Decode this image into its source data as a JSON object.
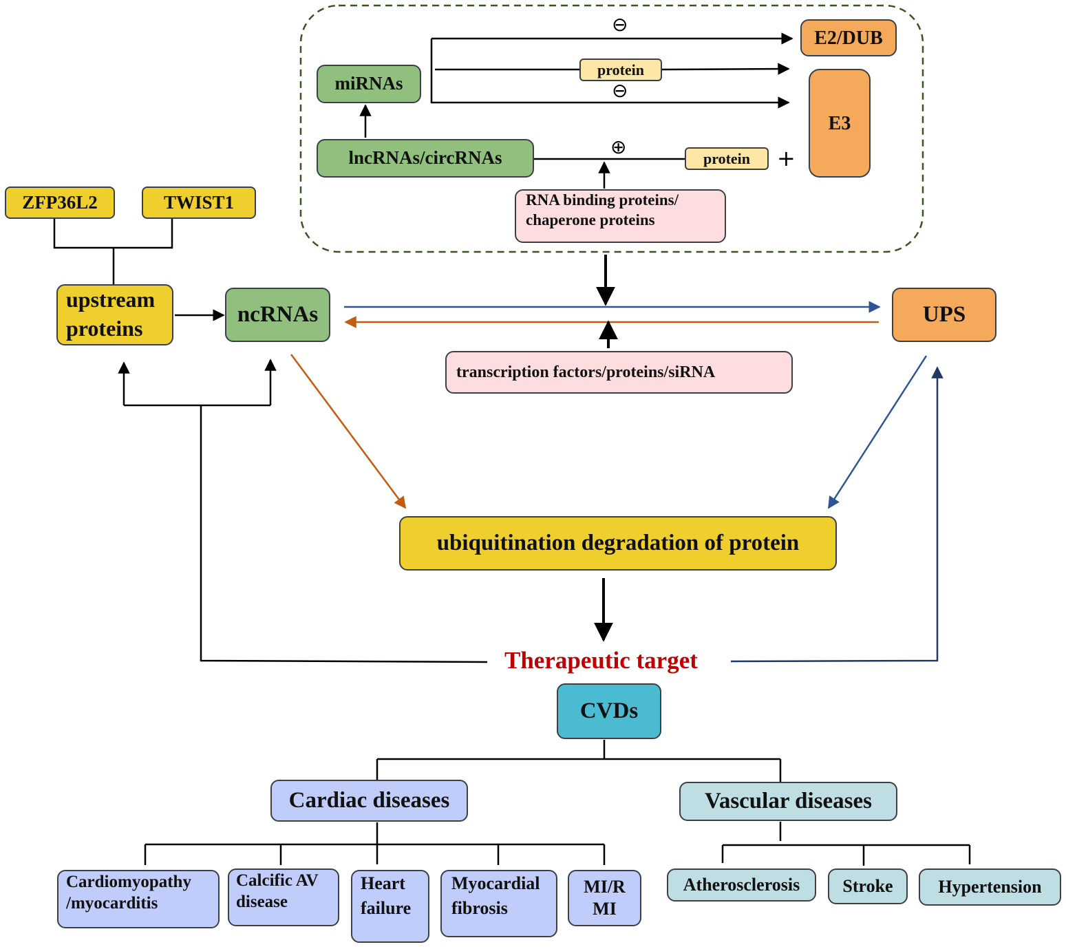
{
  "mechanism_box": {
    "mirnas": "miRNAs",
    "lnc_circ": "lncRNAs/circRNAs",
    "e2_dub": "E2/DUB",
    "e3": "E3",
    "protein_mid": "protein",
    "protein_right": "protein",
    "rbp_line1": "RNA binding proteins/",
    "rbp_line2": "chaperone proteins",
    "minus_top": "⊖",
    "minus_bottom": "⊖",
    "plus_circle": "⊕",
    "plus": "+"
  },
  "upstream": {
    "zfp": "ZFP36L2",
    "twist": "TWIST1",
    "proteins_line1": "upstream",
    "proteins_line2": "proteins"
  },
  "main": {
    "ncrnas": "ncRNAs",
    "ups": "UPS",
    "tf": "transcription factors/proteins/siRNA",
    "ubiquitination": "ubiquitination degradation of protein",
    "therapeutic": "Therapeutic target",
    "cvds": "CVDs"
  },
  "cardiac": {
    "title": "Cardiac diseases",
    "items": [
      {
        "line1": "Cardiomyopathy",
        "line2": "/myocarditis"
      },
      {
        "line1": "Calcific AV",
        "line2": "disease"
      },
      {
        "line1": "Heart",
        "line2": "failure"
      },
      {
        "line1": "Myocardial",
        "line2": "fibrosis"
      },
      {
        "line1": "MI/R",
        "line2": "MI"
      }
    ]
  },
  "vascular": {
    "title": "Vascular diseases",
    "items": [
      "Atherosclerosis",
      "Stroke",
      "Hypertension"
    ]
  },
  "colors": {
    "yellow": "#eecf2e",
    "green": "#90bf7e",
    "orange": "#f5aa5b",
    "pink": "#fddde0",
    "teal": "#4abbd0",
    "lavender": "#c0ccfa",
    "light_blue": "#bfdee4",
    "arrow_blue": "#2f5496",
    "arrow_orange": "#c55a11",
    "therapeutic_red": "#c00000",
    "dashed_border": "#375623"
  }
}
